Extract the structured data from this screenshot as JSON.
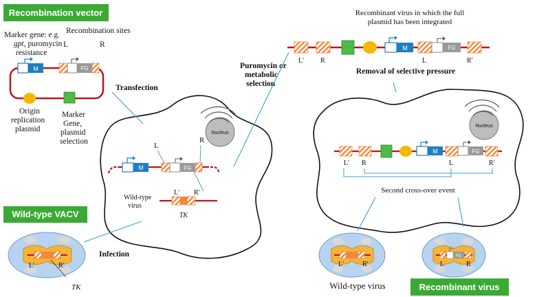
{
  "badges": {
    "recombination_vector": "Recombination vector",
    "wild_type_vacv": "Wild-type VACV",
    "recombinant_virus": "Recombinant virus"
  },
  "vector": {
    "marker_gene_line1": "Marker gene: e.g.",
    "marker_gene_line2_italic": "gpt",
    "marker_gene_line2_rest": ", puromycin",
    "marker_gene_line3": "resistance",
    "recombination_sites": "Recombination sites",
    "L": "L",
    "R": "R",
    "M": "M",
    "FG": "FG",
    "origin_line1": "Origin",
    "origin_line2": "replication",
    "origin_line3": "plasmid",
    "marker_sel_line1": "Marker",
    "marker_sel_line2": "Gene,",
    "marker_sel_line3": "plasmid",
    "marker_sel_line4": "selection"
  },
  "labels": {
    "transfection": "Transfection",
    "infection": "Infection",
    "puromycin_line1": "Puromycin or",
    "puromycin_line2": "metabolic",
    "puromycin_line3": "selection",
    "removal": "Removal of selective pressure",
    "integrated_line1": "Recombinant virus in which the full",
    "integrated_line2": "plasmid has been integrated",
    "second_crossover": "Second cross-over event",
    "wild_type_virus_bottom": "Wild-type virus",
    "wt_virus_line1": "Wild-type",
    "wt_virus_line2": "virus",
    "tk": "TK",
    "nucleus": "Nucleus",
    "L": "L",
    "R": "R",
    "L_prime": "L'",
    "R_prime": "R'",
    "M": "M",
    "FG": "FG"
  },
  "colors": {
    "badge_green": "#3aaa35",
    "plasmid_red": "#c0121b",
    "marker_blue": "#1d7fc1",
    "fg_gray": "#9a9a9a",
    "orange": "#ef8a3c",
    "yellow": "#f5b800",
    "green_box": "#4cbb47",
    "nucleus_gray": "#bdbdbd",
    "pointer_blue": "#3a9fd0",
    "virus_blue": "#b7d3ef",
    "virus_core": "#f3b43a"
  }
}
